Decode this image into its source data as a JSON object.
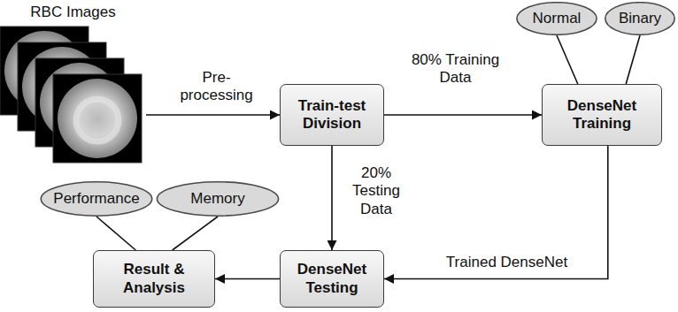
{
  "diagram": {
    "nodes": [
      {
        "text": [
          "RBC Images"
        ]
      },
      {
        "text": [
          "Train-test Division"
        ]
      },
      {
        "text": [
          "Normal"
        ]
      },
      {
        "text": [
          "Binary"
        ]
      },
      {
        "text": [
          "DenseNet Training"
        ]
      },
      {
        "text": [
          "Performance"
        ]
      },
      {
        "text": [
          "Memory"
        ]
      },
      {
        "text": [
          "Result & Analysis"
        ]
      },
      {
        "text": [
          "DenseNet Testing"
        ]
      }
    ],
    "edges": [
      {
        "from": 0,
        "to": 1,
        "arrow": "to",
        "label": "Pre- processing"
      },
      {
        "from": 1,
        "to": 4,
        "arrow": "to",
        "label": "80% Training Data"
      },
      {
        "from": 1,
        "to": 8,
        "arrow": "to",
        "label": "20% Testing Data"
      },
      {
        "from": 4,
        "to": 8,
        "arrow": "to",
        "label": "Trained DenseNet"
      },
      {
        "from": 8,
        "to": 7,
        "arrow": "to"
      },
      {
        "from": 2,
        "to": 4,
        "arrow": "none"
      },
      {
        "from": 3,
        "to": 4,
        "arrow": "none"
      },
      {
        "from": 5,
        "to": 7,
        "arrow": "none"
      },
      {
        "from": 6,
        "to": 7,
        "arrow": "none"
      }
    ]
  }
}
